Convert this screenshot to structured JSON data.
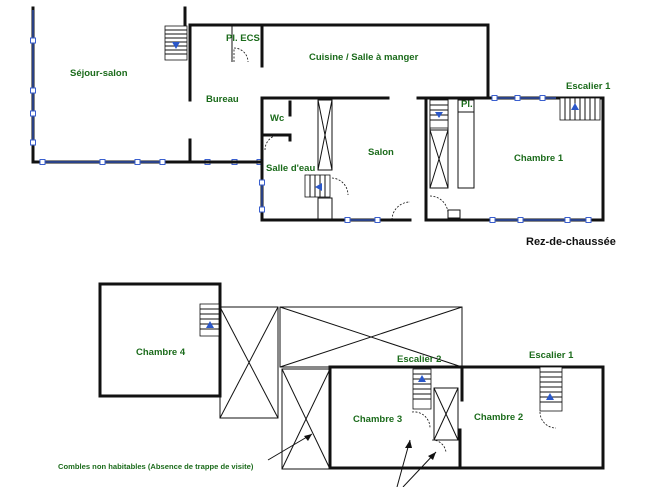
{
  "ground_floor": {
    "title": "Rez-de-chaussée",
    "rooms": {
      "sejour": "Séjour-salon",
      "pl_ecs": "Pl. ECS",
      "cuisine": "Cuisine / Salle à manger",
      "bureau": "Bureau",
      "wc": "Wc",
      "salle_eau": "Salle d'eau",
      "salon": "Salon",
      "pl": "Pl.",
      "escalier1": "Escalier 1",
      "chambre1": "Chambre 1"
    }
  },
  "upper_floor": {
    "rooms": {
      "chambre4": "Chambre 4",
      "escalier2": "Escalier 2",
      "escalier1": "Escalier 1",
      "chambre3": "Chambre 3",
      "chambre2": "Chambre 2"
    },
    "note": "Combles non habitables (Absence de trappe de visite)"
  },
  "colors": {
    "label": "#1b6b1b",
    "wall": "#111111",
    "window": "#3a5fcf",
    "stair_arrow": "#2a57c9"
  }
}
